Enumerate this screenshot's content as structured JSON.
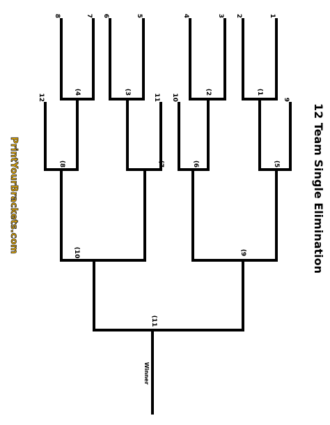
{
  "title": "12 Team Single Elimination",
  "brand": "PrintYourBrackets.com",
  "winner_label": "Winner",
  "seeds": [
    "1",
    "2",
    "3",
    "4",
    "5",
    "6",
    "7",
    "8",
    "9",
    "10",
    "11",
    "12"
  ],
  "games": [
    "(1",
    "(2",
    "(3",
    "(4",
    "(5",
    "(6",
    "(7",
    "(8",
    "(9",
    "(10",
    "(11"
  ],
  "colors": {
    "line": "#000000",
    "text": "#000000",
    "brand_fill": "#f0b000",
    "brand_stroke": "#222222"
  }
}
